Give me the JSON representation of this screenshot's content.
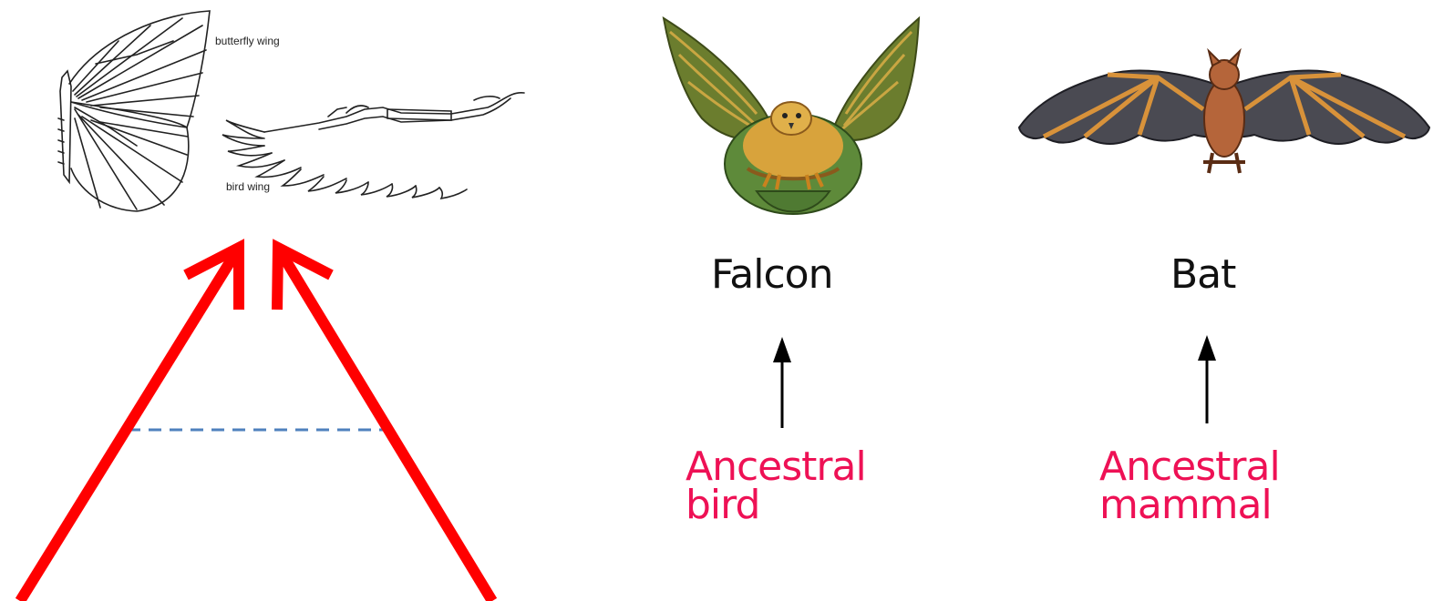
{
  "left_panel": {
    "butterfly_label": "butterfly wing",
    "bird_label": "bird wing",
    "arrow_color": "#ff0000",
    "dashed_line_color": "#4f81bd"
  },
  "right_panel": {
    "falcon": {
      "name": "Falcon",
      "ancestor_line1": "Ancestral",
      "ancestor_line2": "bird"
    },
    "bat": {
      "name": "Bat",
      "ancestor_line1": "Ancestral",
      "ancestor_line2": "mammal"
    },
    "ancestor_color": "#ee1155",
    "arrow_color": "#000000"
  }
}
